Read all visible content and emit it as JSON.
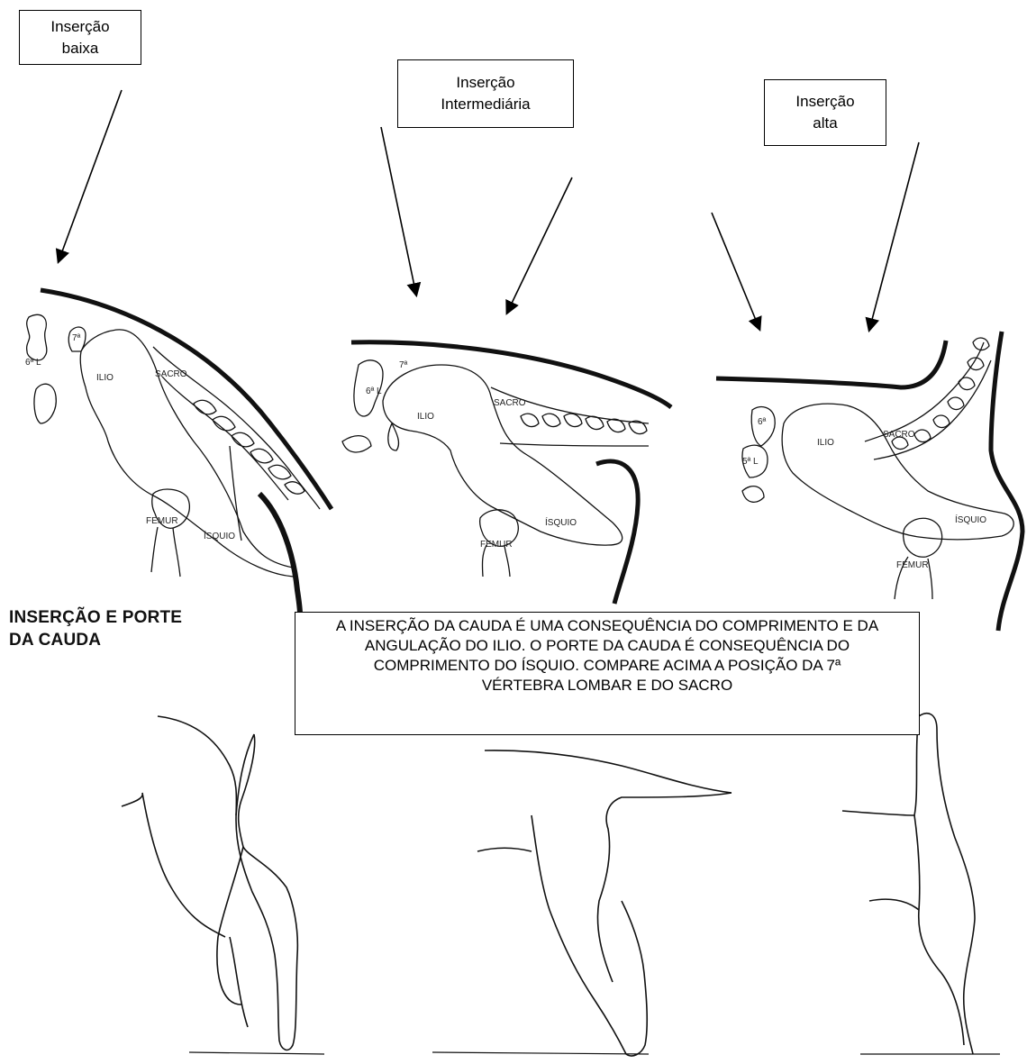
{
  "labels": {
    "low": [
      "Inserção",
      "baixa"
    ],
    "mid": [
      "Inserção",
      "Intermediária"
    ],
    "high": [
      "Inserção",
      "alta"
    ]
  },
  "heading": [
    "INSERÇÃO E PORTE",
    "DA CAUDA"
  ],
  "note": "A INSERÇÃO DA CAUDA É UMA CONSEQUÊNCIA DO COMPRIMENTO E DA ANGULAÇÃO DO ILIO. O PORTE DA CAUDA É CONSEQUÊNCIA DO COMPRIMENTO DO ÍSQUIO. COMPARE ACIMA A POSIÇÃO DA 7ª  VÉRTEBRA LOMBAR E DO SACRO",
  "bones": {
    "left": {
      "v6": "6ª L",
      "v7": "7ª",
      "ilio": "ILIO",
      "sacro": "SACRO",
      "femur": "FEMUR",
      "isquio": "ÍSQUIO"
    },
    "mid": {
      "v6": "6ª L",
      "v7": "7ª",
      "ilio": "ILIO",
      "sacro": "SACRO",
      "femur": "FEMUR",
      "isquio": "ÍSQUIO"
    },
    "right": {
      "v6": "6ª",
      "v5": "5ª L",
      "ilio": "ILIO",
      "sacro": "SACRO",
      "femur": "FEMUR",
      "isquio": "ÍSQUIO"
    }
  }
}
